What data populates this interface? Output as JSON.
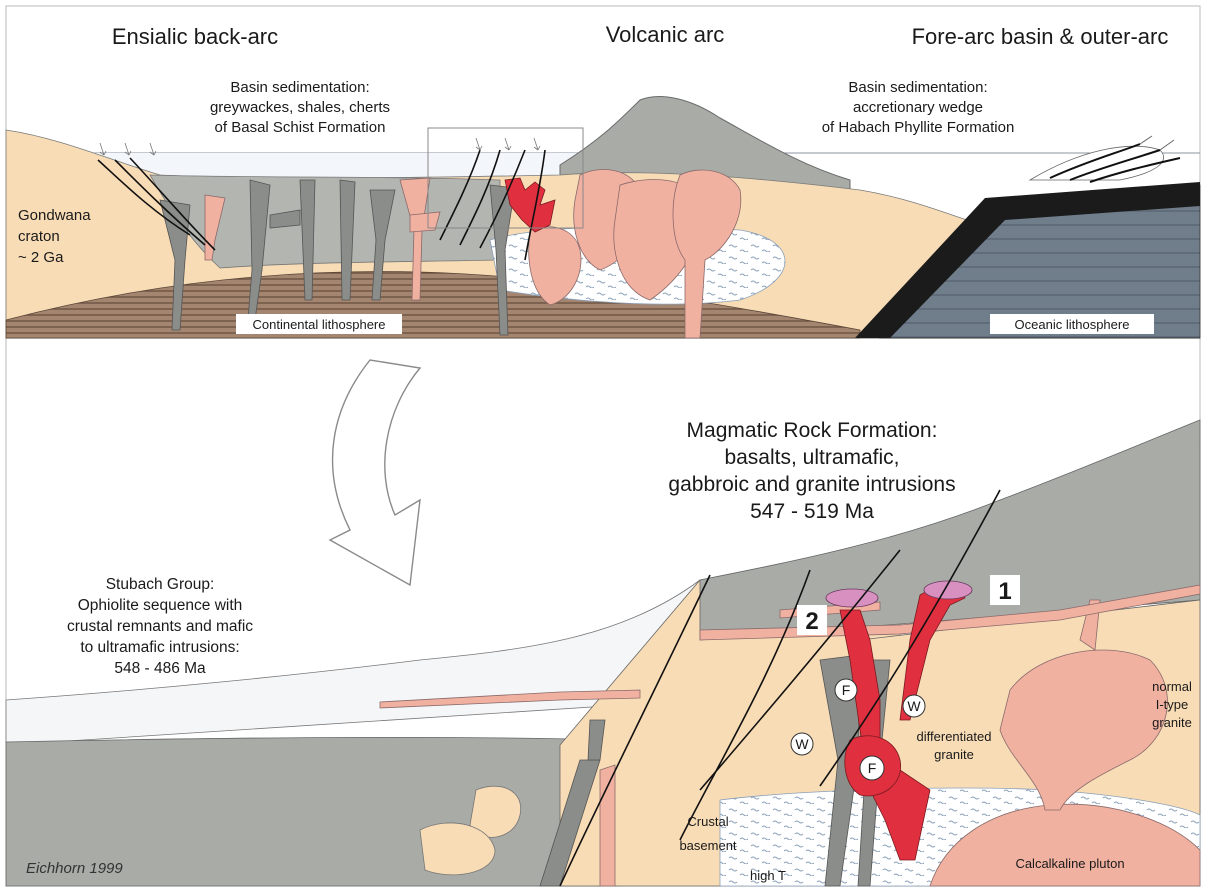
{
  "top_panel": {
    "titles": {
      "back_arc": "Ensialic back-arc",
      "volcanic_arc": "Volcanic arc",
      "fore_arc": "Fore-arc basin & outer-arc"
    },
    "left_note": [
      "Basin sedimentation:",
      "greywackes, shales, cherts",
      "of Basal Schist Formation"
    ],
    "right_note": [
      "Basin sedimentation:",
      "accretionary wedge",
      "of Habach Phyllite Formation"
    ],
    "craton": [
      "Gondwana",
      "craton",
      "~ 2 Ga"
    ],
    "continental_label": "Continental lithosphere",
    "oceanic_label": "Oceanic lithosphere"
  },
  "bottom_panel": {
    "magmatic": [
      "Magmatic Rock Formation:",
      "basalts, ultramafic,",
      "gabbroic and granite intrusions",
      "547 - 519  Ma"
    ],
    "stubach": [
      "Stubach Group:",
      "Ophiolite sequence with",
      "crustal remnants and mafic",
      "to ultramafic intrusions:",
      "548 - 486 Ma"
    ],
    "markers": {
      "one": "1",
      "two": "2",
      "f": "F",
      "w": "W"
    },
    "normal_granite": [
      "normal",
      "I-type",
      "granite"
    ],
    "diff_granite": [
      "differentiated",
      "granite"
    ],
    "crustal": [
      "Crustal",
      "basement"
    ],
    "high_t": "high T",
    "pluton": "Calcalkaline pluton"
  },
  "credit": "Eichhorn 1999",
  "colors": {
    "sand": "#f8dcb6",
    "grey": "#a8aba6",
    "grey_dark": "#7c807c",
    "pink": "#f1b1a1",
    "red": "#e02f3f",
    "mantle": "#8a6a55",
    "ocean": "#6c7a88",
    "black": "#1b1b1b",
    "sky": "#ffffff"
  }
}
